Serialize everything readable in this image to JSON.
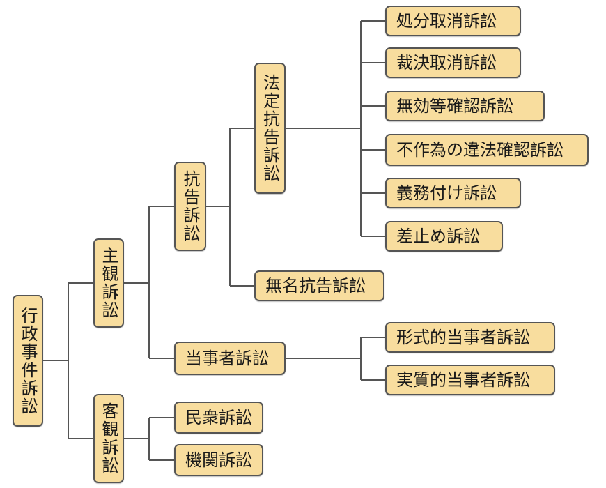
{
  "colors": {
    "box_fill": "#f8dd9e",
    "box_border": "#555555",
    "line": "#555555"
  },
  "root": "行政事件訴訟",
  "subjective": "主観訴訟",
  "objective": "客観訴訟",
  "appeal": "抗告訴訟",
  "party": "当事者訴訟",
  "statutory_appeal": "法定抗告訴訟",
  "unnamed_appeal": "無名抗告訴訟",
  "statutory_items": [
    "処分取消訴訟",
    "裁決取消訴訟",
    "無効等確認訴訟",
    "不作為の違法確認訴訟",
    "義務付け訴訟",
    "差止め訴訟"
  ],
  "party_items": [
    "形式的当事者訴訟",
    "実質的当事者訴訟"
  ],
  "objective_items": [
    "民衆訴訟",
    "機関訴訟"
  ]
}
